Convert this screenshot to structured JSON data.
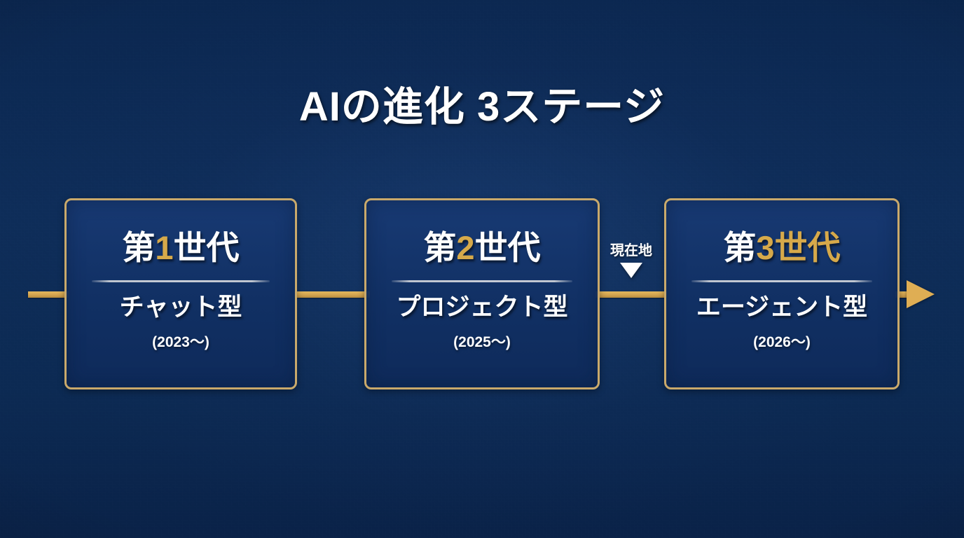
{
  "slide": {
    "title": "AIの進化 3ステージ",
    "background_color": "#0d2a54",
    "accent_gold": "#d6a94a",
    "border_gold": "#c9a96b",
    "text_color": "#ffffff"
  },
  "timeline": {
    "arrow_icon": "arrow-right-icon",
    "current_marker": {
      "label": "現在地",
      "pointer_icon": "triangle-down-icon"
    }
  },
  "stages": [
    {
      "generation_prefix": "第",
      "generation_number": "1",
      "generation_suffix": "世代",
      "type_label": "チャット型",
      "year": "(2023〜)",
      "gold_part": "number"
    },
    {
      "generation_prefix": "第",
      "generation_number": "2",
      "generation_suffix": "世代",
      "type_label": "プロジェクト型",
      "year": "(2025〜)",
      "gold_part": "number"
    },
    {
      "generation_prefix": "第",
      "generation_number": "3",
      "generation_suffix": "世代",
      "type_label": "エージェント型",
      "year": "(2026〜)",
      "gold_part": "number-and-suffix"
    }
  ]
}
